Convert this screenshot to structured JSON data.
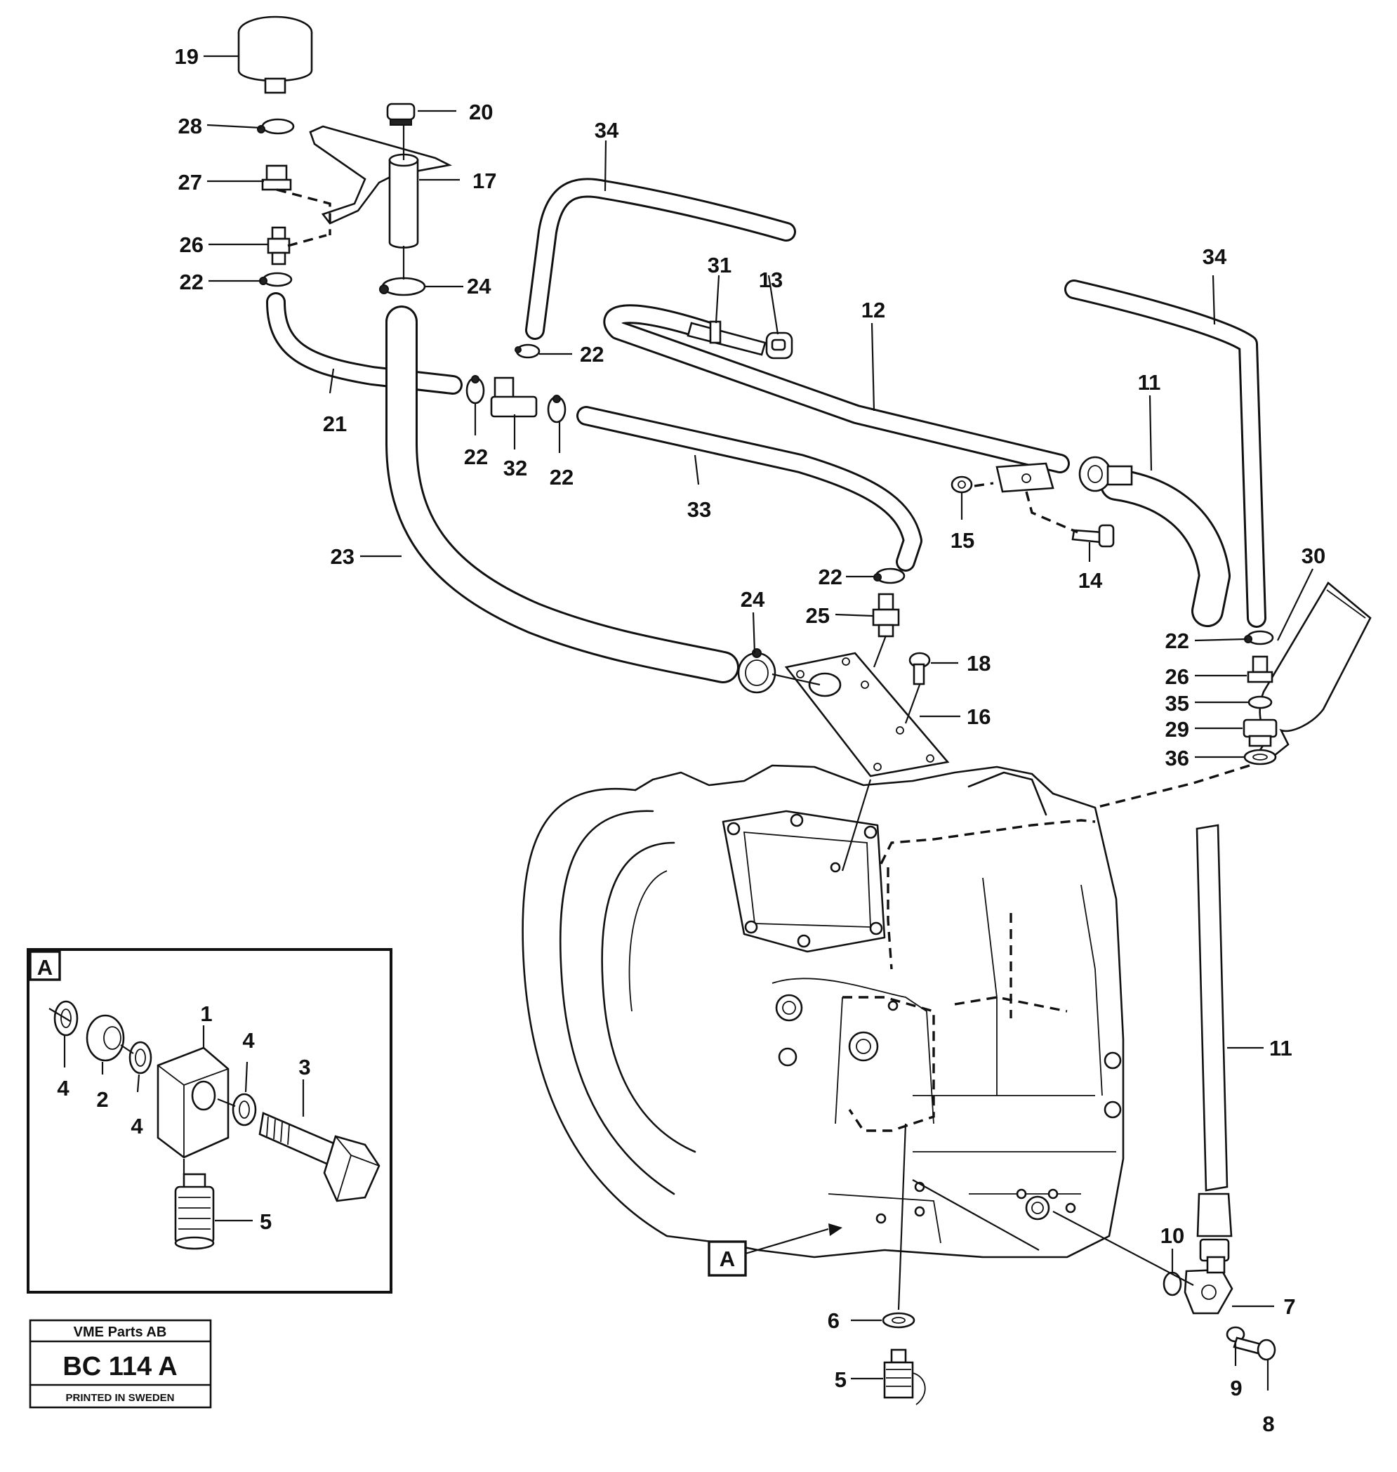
{
  "inset": {
    "label": "A",
    "callouts": {
      "body": "1",
      "washer_left_ring": "4",
      "spacer": "2",
      "washer_mid": "4",
      "washer_right": "4",
      "bolt": "3",
      "strainer": "5"
    }
  },
  "main_view_marker": "A",
  "callouts": {
    "breather_filter": "19",
    "cap": "20",
    "clamp_top": "28",
    "bracket": "17",
    "adapter_top": "27",
    "nipple_left": "26",
    "clip_left": "22",
    "clamp_big_top": "24",
    "hose_21": "21",
    "hose_23": "23",
    "clip_mid_a": "22",
    "tee": "32",
    "clip_mid_b": "22",
    "clip_top_34": "22",
    "hose_33": "33",
    "pipe_34_left": "34",
    "pipe_34_right": "34",
    "dipstick_12": "12",
    "screw_13": "13",
    "nut_31": "31",
    "hose_11_top": "11",
    "nut_15": "15",
    "screw_14": "14",
    "clip_22_center": "22",
    "nipple_25": "25",
    "clamp_24_center": "24",
    "screw_18": "18",
    "cover_16": "16",
    "tube_30": "30",
    "clip_22_right": "22",
    "nipple_26_right": "26",
    "washer_35": "35",
    "adapter_29": "29",
    "washer_36": "36",
    "pipe_11_bottom": "11",
    "washer_10": "10",
    "elbow_7": "7",
    "washer_6": "6",
    "strainer_5": "5",
    "washer_9": "9",
    "screw_8": "8"
  },
  "titleblock": {
    "company": "VME Parts AB",
    "code": "BC 114 A",
    "printed": "PRINTED IN SWEDEN"
  }
}
